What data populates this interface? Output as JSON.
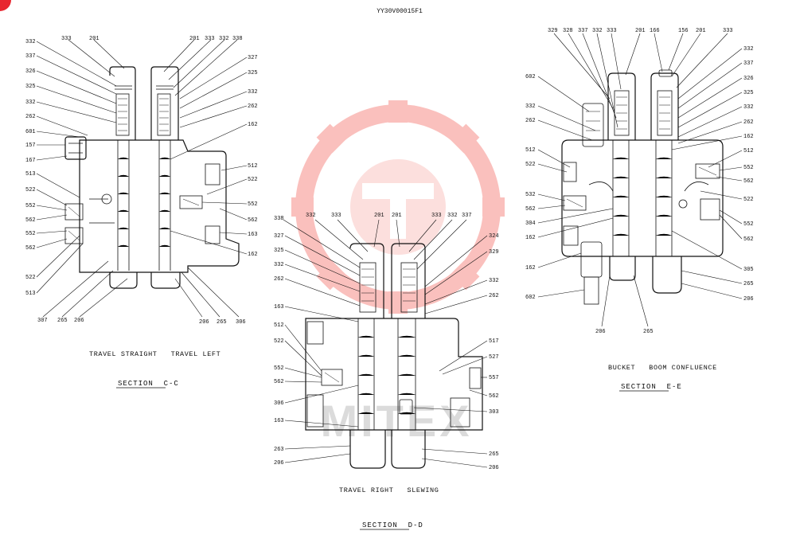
{
  "header": {
    "drawing_id": "YY30V00015F1"
  },
  "watermark": {
    "text": "MITEX",
    "color": "#f0433a"
  },
  "sections": [
    {
      "id": "c",
      "caption_line1": "TRAVEL STRAIGHT   TRAVEL LEFT",
      "title": "SECTION  C-C",
      "labels": [
        "332",
        "333",
        "201",
        "201",
        "333",
        "332",
        "338",
        "337",
        "326",
        "325",
        "332",
        "262",
        "601",
        "157",
        "167",
        "513",
        "522",
        "552",
        "562",
        "552",
        "562",
        "522",
        "513",
        "307",
        "265",
        "206",
        "327",
        "325",
        "332",
        "262",
        "162",
        "512",
        "522",
        "552",
        "562",
        "163",
        "162",
        "206",
        "265",
        "306"
      ]
    },
    {
      "id": "d",
      "caption_line1": "TRAVEL RIGHT   SLEWING",
      "title": "SECTION  D-D",
      "labels": [
        "338",
        "332",
        "333",
        "201",
        "201",
        "333",
        "332",
        "337",
        "327",
        "325",
        "332",
        "262",
        "163",
        "512",
        "522",
        "552",
        "562",
        "306",
        "163",
        "263",
        "206",
        "324",
        "329",
        "332",
        "262",
        "517",
        "527",
        "557",
        "562",
        "303",
        "265",
        "206"
      ]
    },
    {
      "id": "e",
      "caption_line1": "BUCKET   BOOM CONFLUENCE",
      "title": "SECTION  E-E",
      "labels": [
        "329",
        "328",
        "337",
        "332",
        "333",
        "201",
        "166",
        "156",
        "201",
        "333",
        "602",
        "332",
        "262",
        "512",
        "522",
        "532",
        "562",
        "304",
        "162",
        "162",
        "602",
        "206",
        "265",
        "332",
        "337",
        "326",
        "325",
        "332",
        "262",
        "162",
        "512",
        "552",
        "562",
        "522",
        "552",
        "562",
        "305",
        "265",
        "206"
      ]
    }
  ]
}
